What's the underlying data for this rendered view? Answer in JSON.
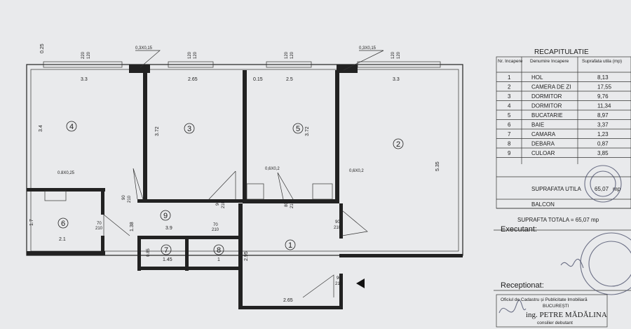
{
  "plan": {
    "rooms": [
      {
        "n": "1"
      },
      {
        "n": "2"
      },
      {
        "n": "3"
      },
      {
        "n": "4"
      },
      {
        "n": "5"
      },
      {
        "n": "6"
      },
      {
        "n": "7"
      },
      {
        "n": "8"
      },
      {
        "n": "9"
      }
    ],
    "dims": {
      "d_025": "0.25",
      "d_220_120": "220",
      "d_120": "120",
      "d_03x015a": "0,3X0,15",
      "d_03x015b": "0,3X0,15",
      "d_33a": "3.3",
      "d_265a": "2.65",
      "d_015": "0.15",
      "d_25": "2.5",
      "d_33b": "3.3",
      "d_34": "3.4",
      "d_372a": "3.72",
      "d_372b": "3.72",
      "d_535": "5.35",
      "d_08x025": "0.8X0,25",
      "d_06x02a": "0,6X0,2",
      "d_06x02b": "0,6X0,2",
      "d_17": "1.7",
      "d_21": "2.1",
      "d_39": "3.9",
      "d_138": "1.38",
      "d_085": "0.85",
      "d_145": "1.45",
      "d_1": "1",
      "d_295": "2.95",
      "d_265b": "2.65",
      "door_90": "90",
      "door_210": "210",
      "door_70": "70",
      "door_80": "80"
    }
  },
  "table": {
    "title": "RECAPITULATIE",
    "headers": [
      "Nr. Incapere",
      "Denumire Incapere",
      "Suprafata utila (mp)"
    ],
    "rows": [
      {
        "nr": "1",
        "name": "HOL",
        "area": "8,13"
      },
      {
        "nr": "2",
        "name": "CAMERA DE ZI",
        "area": "17,55"
      },
      {
        "nr": "3",
        "name": "DORMITOR",
        "area": "9,76"
      },
      {
        "nr": "4",
        "name": "DORMITOR",
        "area": "11,34"
      },
      {
        "nr": "5",
        "name": "BUCATARIE",
        "area": "8,97"
      },
      {
        "nr": "6",
        "name": "BAIE",
        "area": "3,37"
      },
      {
        "nr": "7",
        "name": "CAMARA",
        "area": "1,23"
      },
      {
        "nr": "8",
        "name": "DEBARA",
        "area": "0,87"
      },
      {
        "nr": "9",
        "name": "CULOAR",
        "area": "3,85"
      }
    ],
    "utila_label": "SUPRAFATA UTILA",
    "utila_value": "65,07",
    "utila_unit": "mp",
    "balcon_label": "BALCON",
    "totala_label": "SUPRAFTA TOTALA = 65,07 mp"
  },
  "executant_label": "Executant:",
  "receptionat_label": "Receptionat:",
  "office_stamp": {
    "line1": "Oficiul de Cadastru și Publicitate Imobiliară",
    "line2": "BUCUREȘTI",
    "line3": "ing. PETRE MĂDĂLINA",
    "line4": "consilier debutant"
  },
  "colors": {
    "paper": "#e9eaec",
    "ink": "#1c1c1c",
    "stamp": "#4a4f6a"
  }
}
